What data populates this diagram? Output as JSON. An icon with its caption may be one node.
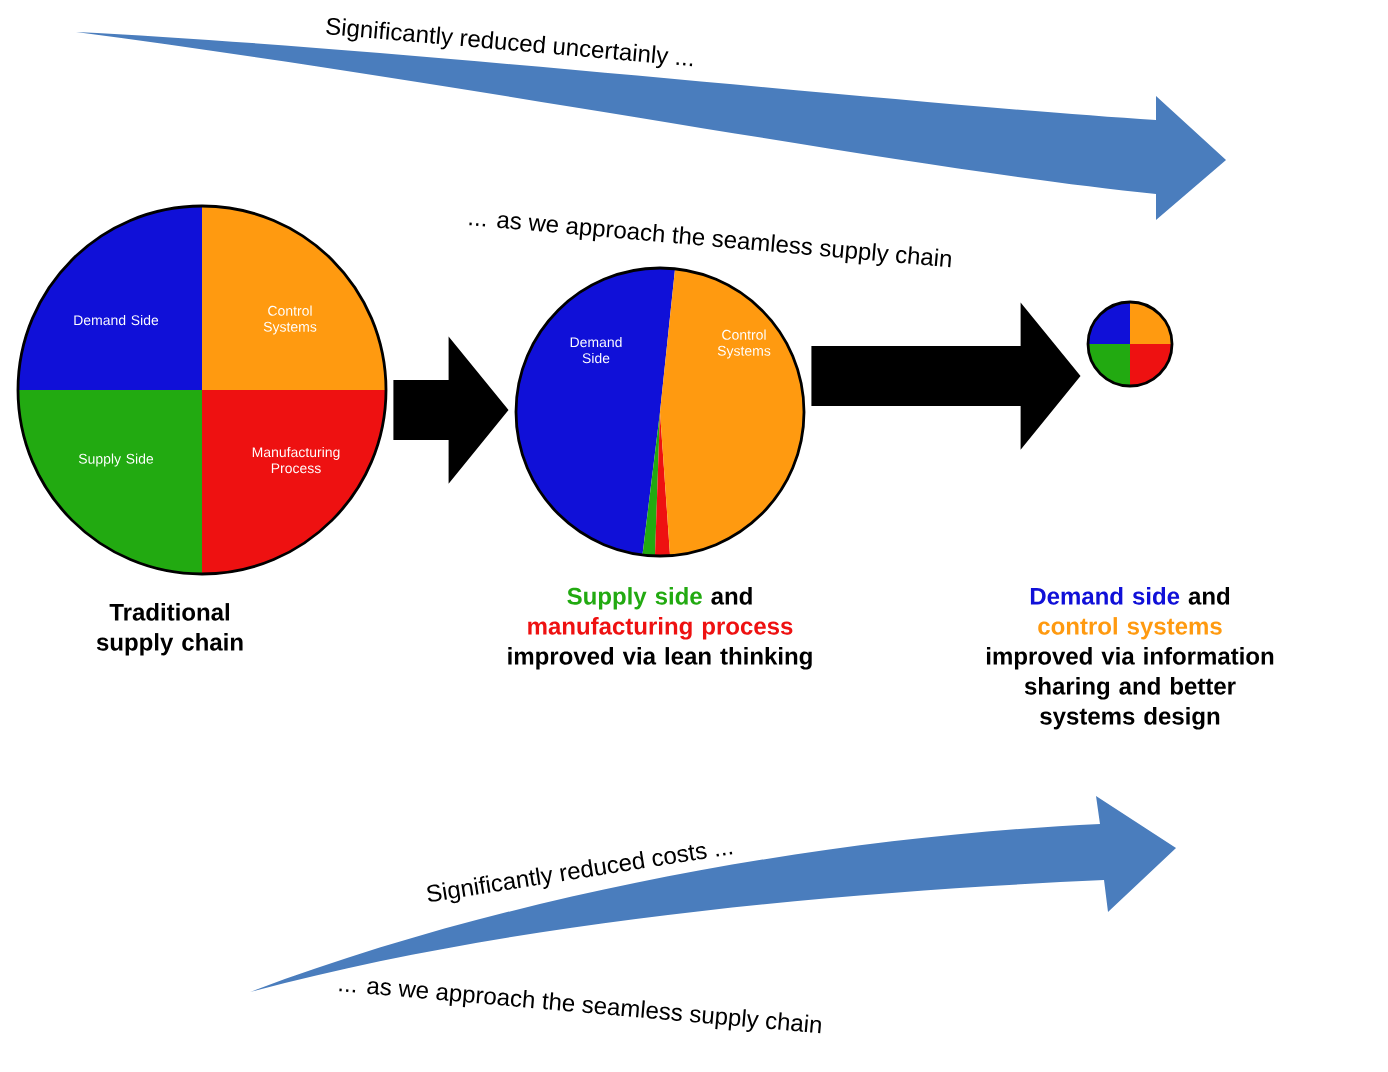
{
  "diagram": {
    "nodes": [
      {
        "text": [
          "Demand Side",
          "Control Systems",
          "Supply Side",
          "Manufacturing Process"
        ],
        "beside": [
          "Traditional supply chain"
        ]
      },
      {
        "text": [
          "Demand Side",
          "Control Systems"
        ],
        "beside": [
          "Supply side",
          "and",
          "manufacturing process",
          "improved via lean thinking"
        ]
      },
      {
        "text": [],
        "shape": "circle",
        "beside": [
          "Demand side",
          "and",
          "control systems",
          "improved via information sharing and better systems design"
        ]
      }
    ],
    "edges": [
      {
        "from": 0,
        "to": 1,
        "arrow": "to"
      },
      {
        "from": 1,
        "to": 2,
        "arrow": "to"
      }
    ],
    "labels": [
      "Significantly reduced uncertainly ...",
      "... as we approach the seamless supply chain",
      "Significantly reduced costs ...",
      "... as we approach the seamless supply chain"
    ]
  }
}
